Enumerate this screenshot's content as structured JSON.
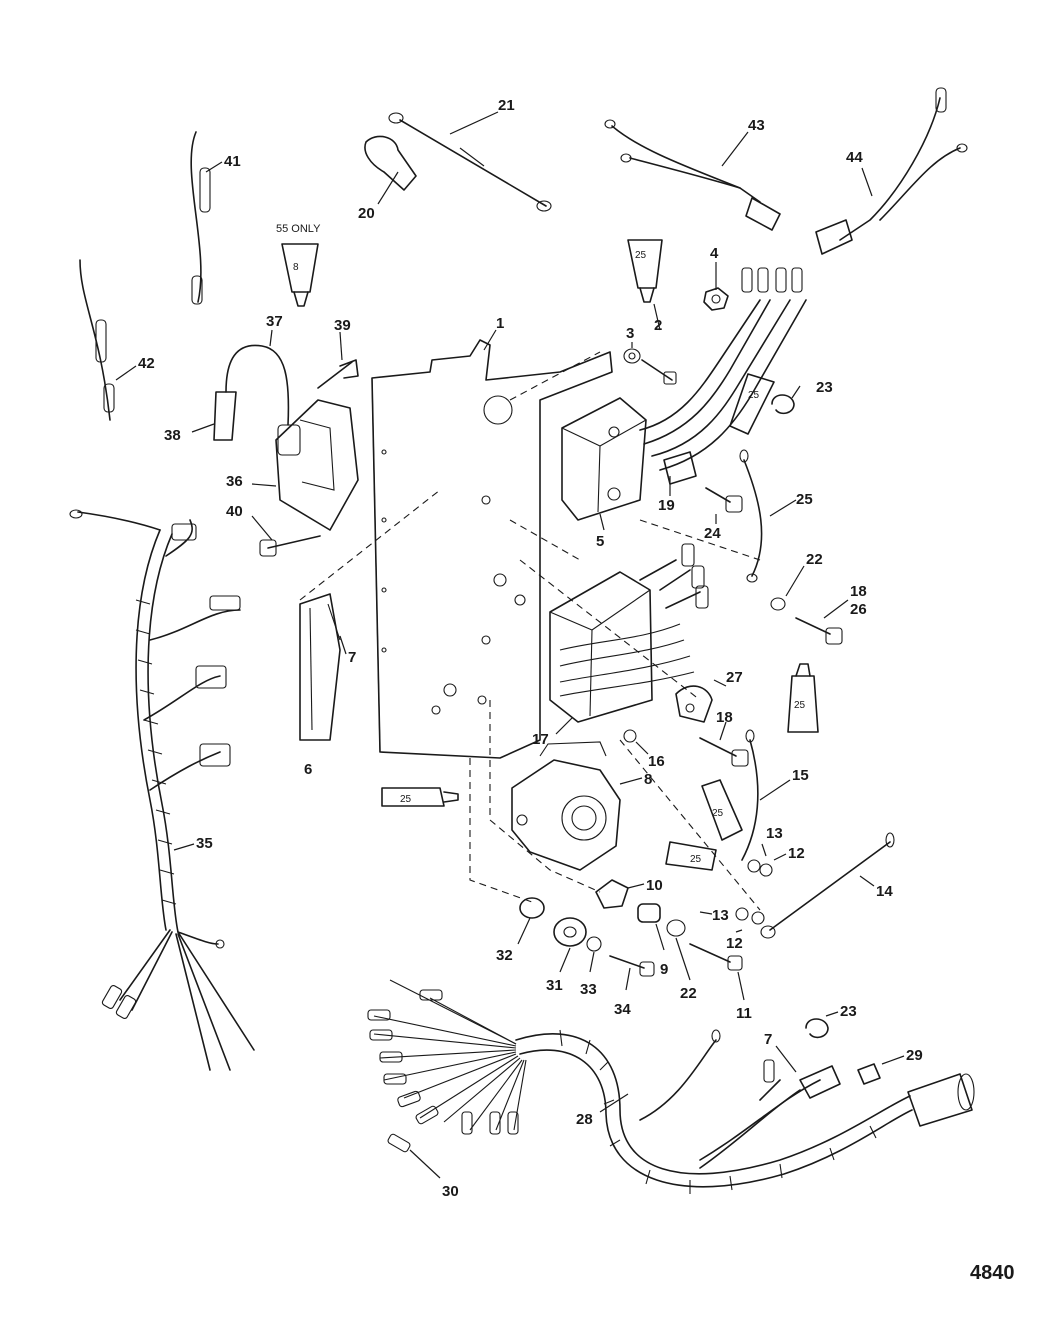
{
  "figure_number": "4840",
  "note": "55 ONLY",
  "sealant_tubes": [
    "25",
    "8",
    "25",
    "25",
    "25",
    "25",
    "25"
  ],
  "callouts": [
    "1",
    "2",
    "3",
    "4",
    "5",
    "6",
    "7",
    "8",
    "9",
    "10",
    "11",
    "12",
    "13",
    "14",
    "15",
    "16",
    "17",
    "18",
    "19",
    "20",
    "21",
    "22",
    "23",
    "24",
    "25",
    "26",
    "27",
    "28",
    "29",
    "30",
    "31",
    "32",
    "33",
    "34",
    "35",
    "36",
    "37",
    "38",
    "39",
    "40",
    "41",
    "42",
    "43",
    "44"
  ]
}
